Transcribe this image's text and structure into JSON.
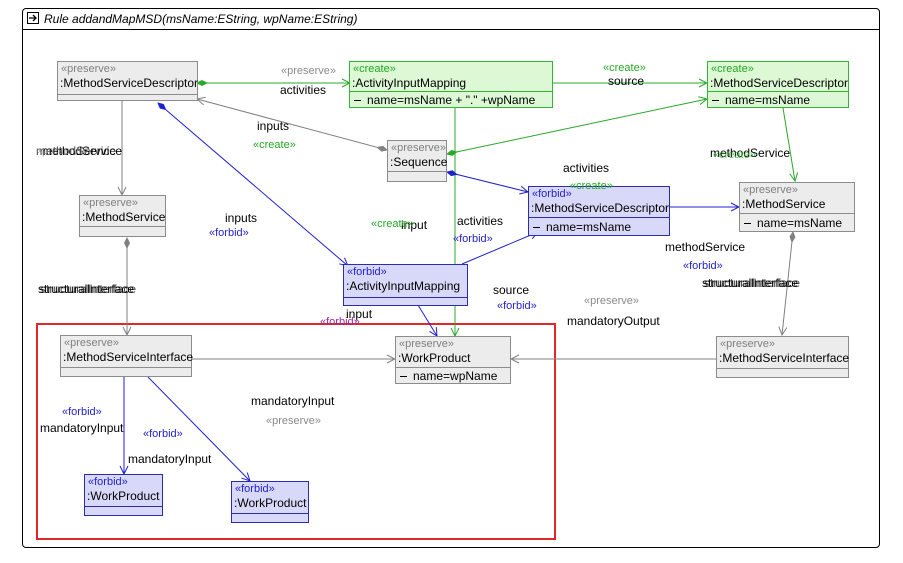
{
  "rule": {
    "title": "Rule addandMapMSD(msName:EString, wpName:EString)"
  },
  "nodes": {
    "msd_preserve": {
      "stereotype": "«preserve»",
      "name": ":MethodServiceDescriptor"
    },
    "aim_create": {
      "stereotype": "«create»",
      "name": ":ActivityInputMapping",
      "attr": "name=msName + \".\" +wpName"
    },
    "msd_create": {
      "stereotype": "«create»",
      "name": ":MethodServiceDescriptor",
      "attr": "name=msName"
    },
    "sequence": {
      "stereotype": "«preserve»",
      "name": ":Sequence"
    },
    "ms_left": {
      "stereotype": "«preserve»",
      "name": ":MethodService"
    },
    "msd_forbid": {
      "stereotype": "«forbid»",
      "name": ":MethodServiceDescriptor",
      "attr": "name=msName"
    },
    "ms_right": {
      "stereotype": "«preserve»",
      "name": ":MethodService",
      "attr": "name=msName"
    },
    "aim_forbid": {
      "stereotype": "«forbid»",
      "name": ":ActivityInputMapping"
    },
    "msi_left": {
      "stereotype": "«preserve»",
      "name": ":MethodServiceInterface"
    },
    "wp_main": {
      "stereotype": "«preserve»",
      "name": ":WorkProduct",
      "attr": "name=wpName"
    },
    "msi_right": {
      "stereotype": "«preserve»",
      "name": ":MethodServiceInterface"
    },
    "wp_forbid1": {
      "stereotype": "«forbid»",
      "name": ":WorkProduct"
    },
    "wp_forbid2": {
      "stereotype": "«forbid»",
      "name": ":WorkProduct"
    }
  },
  "edge_labels": {
    "e1_role": "activities",
    "e1_stereo": "«preserve»",
    "e2_role": "source",
    "e2_stereo": "«create»",
    "e3_role": "inputs",
    "e3_stereo": "«create»",
    "e4_role1": "methodService",
    "e4_role2": "methodService",
    "e4_stereo": "«preserve»",
    "e5_role": "methodService",
    "e5_stereo": "«create»",
    "e6_role": "activities",
    "e6_stereo": "«create»",
    "e7_role": "inputs",
    "e7_stereo": "«forbid»",
    "e8_role": "input",
    "e8_stereo": "«create»",
    "e9_role": "activities",
    "e9_stereo": "«forbid»",
    "e10_role1": "structuralInterface",
    "e10_role2": "structuralInterface",
    "e11_role": "methodService",
    "e11_stereo": "«forbid»",
    "e12_role1": "structuralInterface",
    "e12_role2": "structuralInterface",
    "e13_role": "source",
    "e13_stereo": "«forbid»",
    "e14_role": "input",
    "e14_stereo": "«forbid»",
    "e15_stereo": "«preserve»",
    "e15_role": "mandatoryOutput",
    "e16_role": "mandatoryInput",
    "e16_stereo": "«preserve»",
    "e17_stereo": "«forbid»",
    "e17_role": "mandatoryInput",
    "e18_role": "mandatoryInput",
    "e18_stereo": "«forbid»"
  },
  "colors": {
    "preserve": "#8a8a8a",
    "create": "#26a826",
    "forbid": "#2323c8",
    "forbid_region": "#e02828"
  }
}
